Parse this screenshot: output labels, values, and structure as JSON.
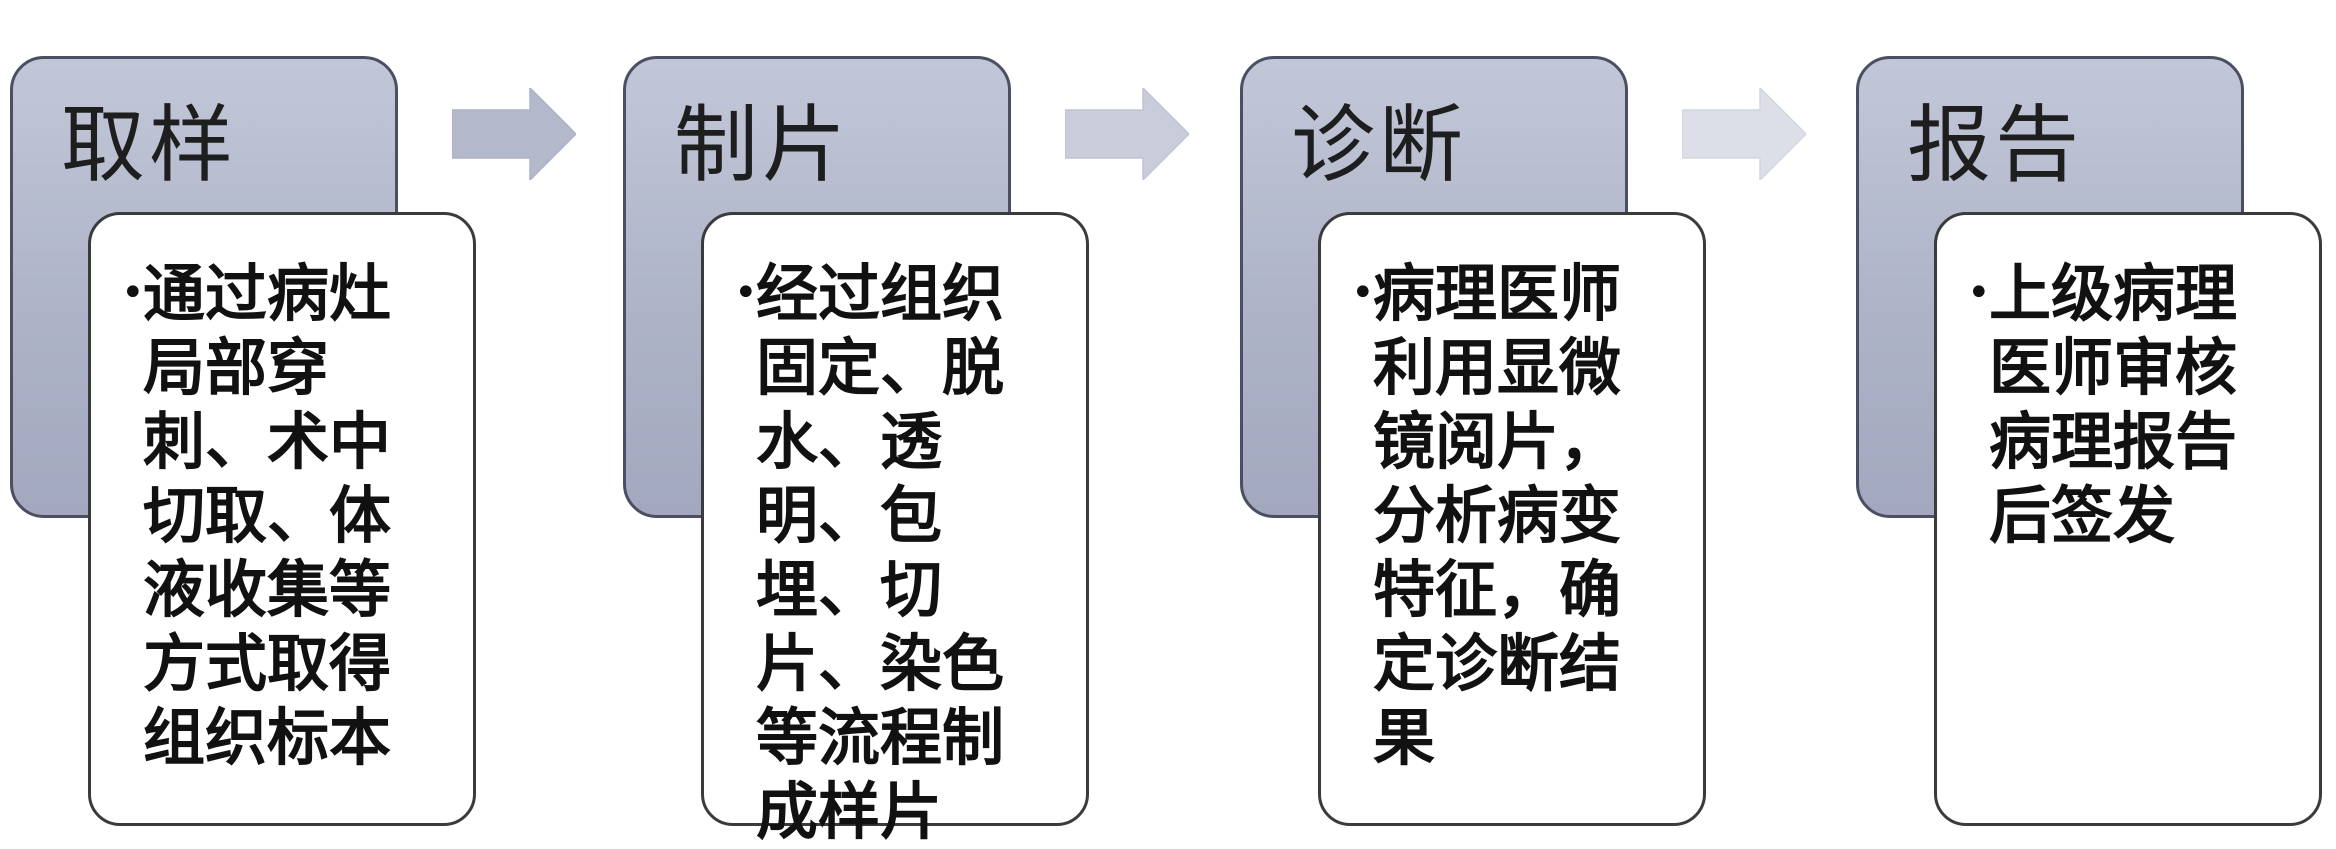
{
  "steps": [
    {
      "title": "取样",
      "description": "通过病灶局部穿刺、术中切取、体液收集等方式取得组织标本"
    },
    {
      "title": "制片",
      "description": "经过组织固定、脱水、透明、包埋、切片、染色等流程制成样片"
    },
    {
      "title": "诊断",
      "description": "病理医师利用显微镜阅片，分析病变特征，确定诊断结果"
    },
    {
      "title": "报告",
      "description": "上级病理医师审核病理报告后签发"
    }
  ],
  "colors": {
    "header_fill": "#aeb3c8",
    "header_border": "#4b4f63",
    "card_border": "#3b3b3b",
    "arrow_1": "#b3b8cb",
    "arrow_2": "#c9cddb",
    "arrow_3": "#dcdfe8"
  },
  "icons": {
    "bullet": "•",
    "connector": "right-arrow-icon"
  }
}
